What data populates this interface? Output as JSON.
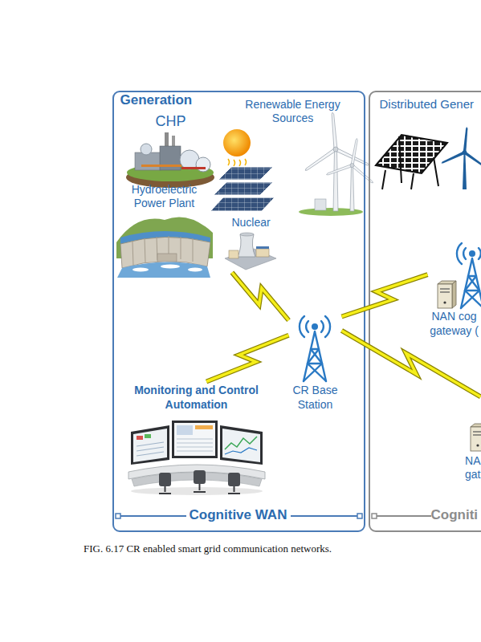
{
  "diagram": {
    "caption": "FIG. 6.17 CR enabled smart grid communication networks.",
    "nodes": [
      {
        "text": [
          "Generation",
          "Cognitive WAN"
        ]
      },
      {
        "text": [
          "CHP"
        ],
        "in": 0
      },
      {
        "text": [
          "Renewable Energy Sources"
        ],
        "in": 0
      },
      {
        "text": [
          "Hydroelectric Power Plant"
        ],
        "in": 0
      },
      {
        "text": [
          "Nuclear"
        ],
        "in": 0
      },
      {
        "text": [
          "Monitoring and Control Automation"
        ],
        "in": 0
      },
      {
        "text": [
          "CR Base Station"
        ],
        "in": 0
      },
      {
        "text": [
          "Distributed Gener",
          "Cogniti"
        ]
      },
      {
        "text": [
          "NAN cog gateway ("
        ],
        "in": 7
      },
      {
        "text": [
          "NA gat"
        ],
        "in": 7
      }
    ],
    "edges": [
      {
        "from": 4,
        "to": 6,
        "arrow": "none"
      },
      {
        "from": 5,
        "to": 6,
        "arrow": "none"
      },
      {
        "from": 6,
        "to": 8,
        "arrow": "none"
      },
      {
        "from": 6,
        "to": 9,
        "arrow": "none"
      }
    ]
  }
}
